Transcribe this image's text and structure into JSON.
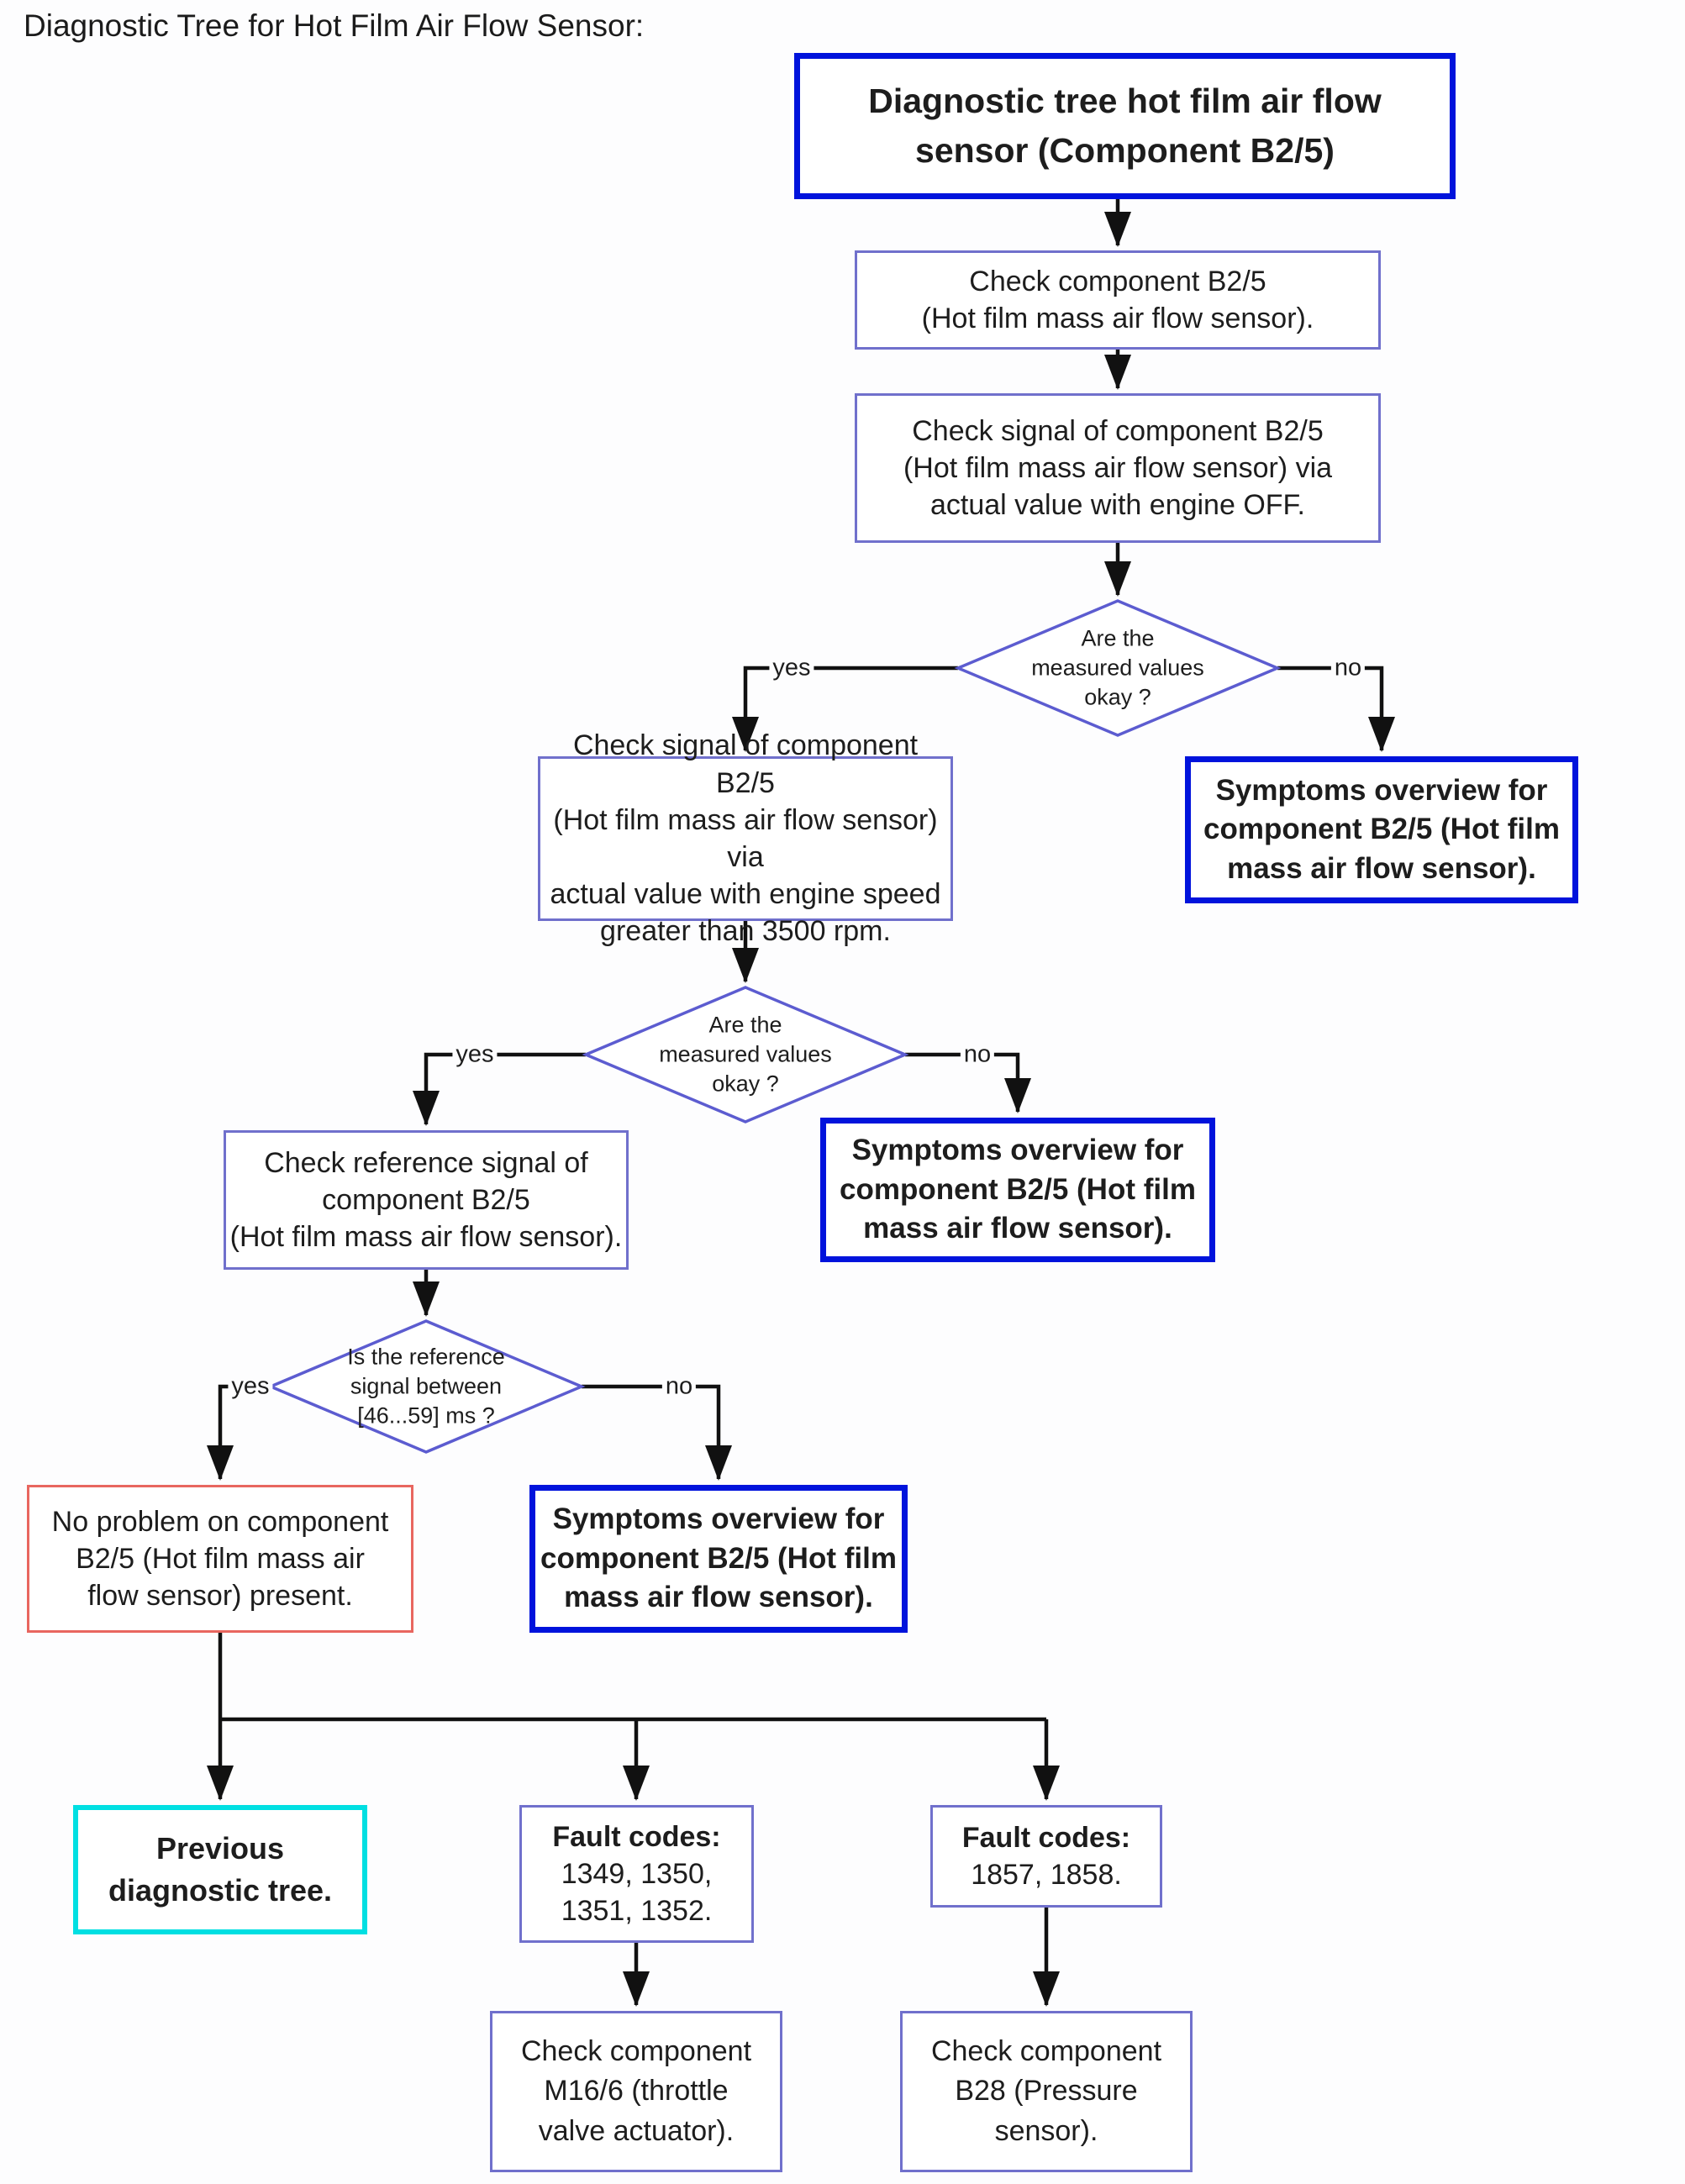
{
  "page_title": "Diagnostic Tree for Hot Film Air Flow Sensor:",
  "labels": {
    "yes": "yes",
    "no": "no"
  },
  "colors": {
    "thick_border_blue": "#0013dc",
    "thin_border_blue": "#7070cc",
    "no_problem_red": "#e8665f",
    "previous_tree_cyan": "#00dfe2",
    "connector_black": "#111111",
    "background": "#ffffff"
  },
  "nodes": {
    "root": "Diagnostic tree hot film air flow\nsensor (Component B2/5)",
    "check_component": "Check component B2/5\n(Hot film mass air flow sensor).",
    "check_signal_engine_off": "Check signal of component B2/5\n(Hot film mass air flow sensor) via\nactual value with engine OFF.",
    "decision_measured_values_1": "Are the\nmeasured values\nokay ?",
    "symptoms_overview_1": "Symptoms overview for\ncomponent B2/5 (Hot film\nmass air flow sensor).",
    "check_signal_3500rpm": "Check signal of component B2/5\n(Hot film mass air flow sensor) via\nactual value with engine speed\ngreater than 3500 rpm.",
    "decision_measured_values_2": "Are the\nmeasured values\nokay ?",
    "symptoms_overview_2": "Symptoms overview for\ncomponent B2/5 (Hot film\nmass air flow sensor).",
    "check_reference_signal": "Check reference signal of\ncomponent B2/5\n(Hot film mass air flow sensor).",
    "decision_reference_signal": "Is the reference\nsignal between\n[46...59] ms ?",
    "no_problem": "No problem on component\nB2/5 (Hot film mass air\nflow sensor) present.",
    "symptoms_overview_3": "Symptoms overview for\ncomponent B2/5 (Hot film\nmass air flow sensor).",
    "previous_diagnostic_tree": "Previous\ndiagnostic tree.",
    "fault_codes_1_label": "Fault codes:",
    "fault_codes_1_codes": "1349, 1350,\n1351, 1352.",
    "fault_codes_2_label": "Fault codes:",
    "fault_codes_2_codes": "1857, 1858.",
    "check_m16_6": "Check component\nM16/6 (throttle\nvalve actuator).",
    "check_b28": "Check component\nB28 (Pressure\nsensor)."
  }
}
